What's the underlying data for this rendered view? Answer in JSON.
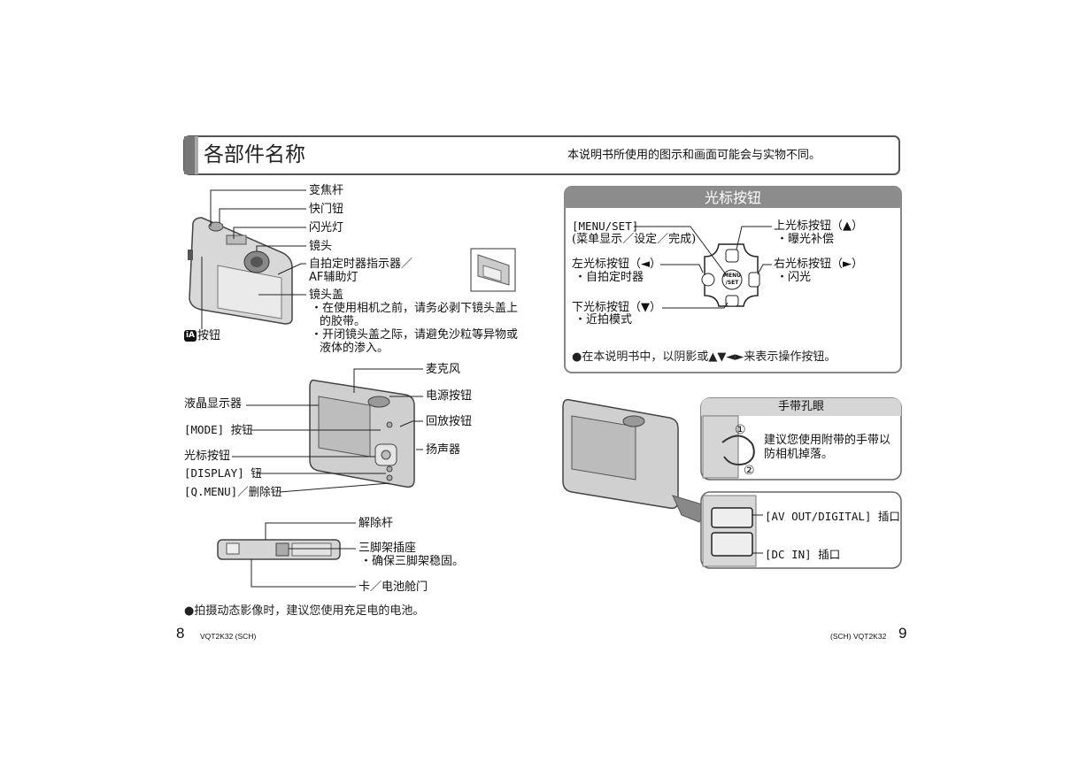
{
  "header": {
    "title": "各部件名称",
    "note": "本说明书所使用的图示和画面可能会与实物不同。"
  },
  "top_labels": {
    "zoom_lever": "变焦杆",
    "shutter": "快门钮",
    "flash": "闪光灯",
    "lens": "镜头",
    "self_timer_1": "自拍定时器指示器／",
    "self_timer_2": "AF辅助灯",
    "lens_cover": "镜头盖",
    "cover_note1_a": "・在使用相机之前，请务必剥下镜头盖上",
    "cover_note1_b": "的胶带。",
    "cover_note2_a": "・开闭镜头盖之际，请避免沙粒等异物或",
    "cover_note2_b": "液体的渗入。",
    "ia_badge": "iA",
    "ia_button": "按钮"
  },
  "back_labels": {
    "mic": "麦克风",
    "power": "电源按钮",
    "playback": "回放按钮",
    "speaker": "扬声器",
    "lcd": "液晶显示器",
    "mode": "[MODE] 按钮",
    "cursor": "光标按钮",
    "display": "[DISPLAY] 钮",
    "qmenu": "[Q.MENU]／删除钮"
  },
  "bottom_labels": {
    "release": "解除杆",
    "tripod": "三脚架插座",
    "tripod_note": "・确保三脚架稳固。",
    "card_door": "卡／电池舱门"
  },
  "footnote_left": "●拍摄动态影像时，建议您使用充足电的电池。",
  "footer_left": {
    "page": "8",
    "code": "VQT2K32 (SCH)"
  },
  "footer_right": {
    "page": "9",
    "code": "(SCH) VQT2K32"
  },
  "cursor_box": {
    "title": "光标按钮",
    "menu_set": "[MENU/SET]",
    "menu_set_sub": "(菜单显示／设定／完成)",
    "up": "上光标按钮（▲）",
    "up_sub": "・曝光补偿",
    "left": "左光标按钮（◄）",
    "left_sub": "・自拍定时器",
    "right": "右光标按钮（►）",
    "right_sub": "・闪光",
    "down": "下光标按钮（▼）",
    "down_sub": "・近拍模式",
    "center_line1": "MENU",
    "center_line2": "/SET",
    "note": "●在本说明书中，以阴影或▲▼◄►来表示操作按钮。"
  },
  "strap_box": {
    "title": "手带孔眼",
    "step1": "①",
    "step2": "②",
    "text1": "建议您使用附带的手带以",
    "text2": "防相机掉落。"
  },
  "ports": {
    "av": "[AV OUT/DIGITAL] 插口",
    "dc": "[DC IN] 插口"
  }
}
